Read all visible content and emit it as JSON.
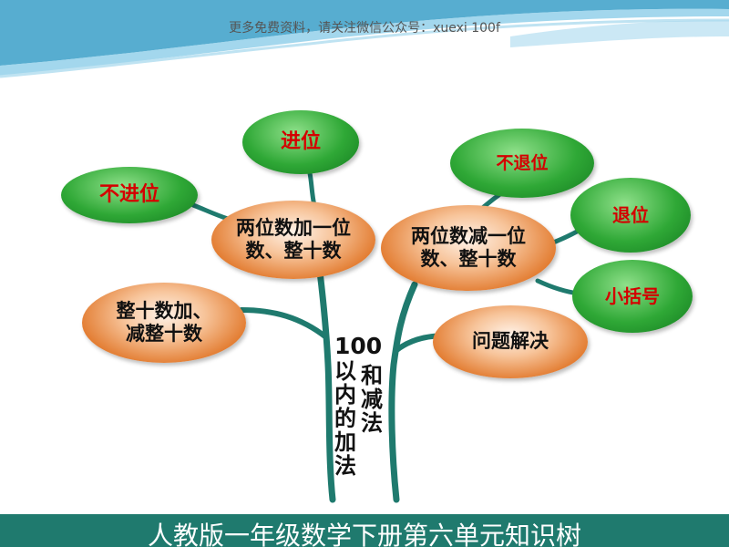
{
  "watermark": "更多免费资料，请关注微信公众号：xuexi 100f",
  "trunk": {
    "top": "100",
    "left_col": "以\n内\n的\n加\n法",
    "right_col": "和\n减\n法"
  },
  "nodes": {
    "add_main": "两位数加一位\n数、整十数",
    "sub_main": "两位数减一位\n数、整十数",
    "whole_tens": "整十数加、\n减整十数",
    "problem": "问题解决",
    "carry": "进位",
    "no_carry": "不进位",
    "no_borrow": "不退位",
    "borrow": "退位",
    "brackets": "小括号"
  },
  "footer": "人教版一年级数学下册第六单元知识树",
  "colors": {
    "leaf_green": "#2fa836",
    "leaf_text": "#d40000",
    "node_orange": "#e27a2e",
    "branch": "#1f7a6e",
    "footer_bg": "#1f7a6e"
  }
}
